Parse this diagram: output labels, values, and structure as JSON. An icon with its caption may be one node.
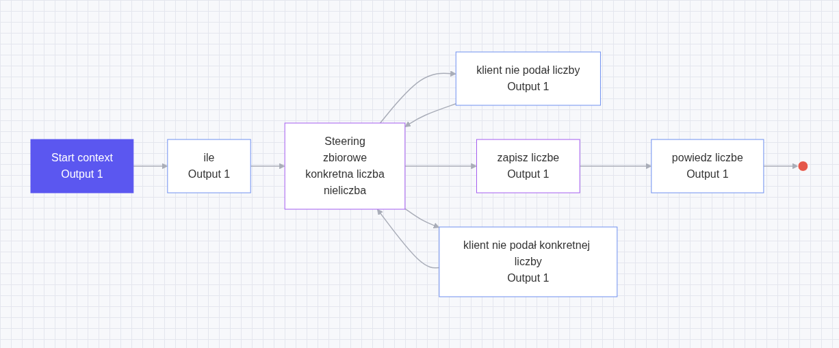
{
  "diagram": {
    "nodes": [
      {
        "text": [
          "Start context",
          "Output 1"
        ]
      },
      {
        "text": [
          "ile",
          "Output 1"
        ]
      },
      {
        "text": [
          "Steering",
          "zbiorowe",
          "konkretna liczba",
          "nieliczba"
        ]
      },
      {
        "text": [
          "klient nie podał liczby",
          "Output 1"
        ]
      },
      {
        "text": [
          "zapisz liczbe",
          "Output 1"
        ]
      },
      {
        "text": [
          "powiedz liczbe",
          "Output 1"
        ]
      },
      {
        "text": [],
        "shape": "circle"
      },
      {
        "text": [
          "klient nie podał konkretnej liczby",
          "Output 1"
        ]
      }
    ],
    "edges": [
      {
        "from": 0,
        "to": 1,
        "arrow": "to"
      },
      {
        "from": 1,
        "to": 2,
        "arrow": "to"
      },
      {
        "from": 2,
        "to": 7,
        "arrow": "to"
      },
      {
        "from": 2,
        "to": 4,
        "arrow": "to"
      },
      {
        "from": 2,
        "to": 3,
        "arrow": "to"
      },
      {
        "from": 3,
        "to": 2,
        "arrow": "to"
      },
      {
        "from": 7,
        "to": 2,
        "arrow": "to"
      },
      {
        "from": 4,
        "to": 5,
        "arrow": "to"
      },
      {
        "from": 5,
        "to": 6,
        "arrow": "to"
      }
    ]
  }
}
